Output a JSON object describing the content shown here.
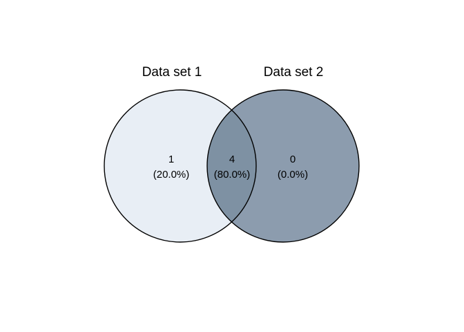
{
  "diagram": {
    "kind": "venn-2-set",
    "background_color": "#ffffff",
    "outline_color": "#000000",
    "text_color": "#000000",
    "sets": [
      {
        "label": "Data set 1",
        "fill": "#e8eef5"
      },
      {
        "label": "Data set 2",
        "fill": "#8c9cae"
      }
    ],
    "intersection_fill": "#7e91a3",
    "regions": {
      "set1_only": {
        "count": "1",
        "percent_label": "(20.0%)"
      },
      "intersection": {
        "count": "4",
        "percent_label": "(80.0%)"
      },
      "set2_only": {
        "count": "0",
        "percent_label": "(0.0%)"
      }
    }
  }
}
